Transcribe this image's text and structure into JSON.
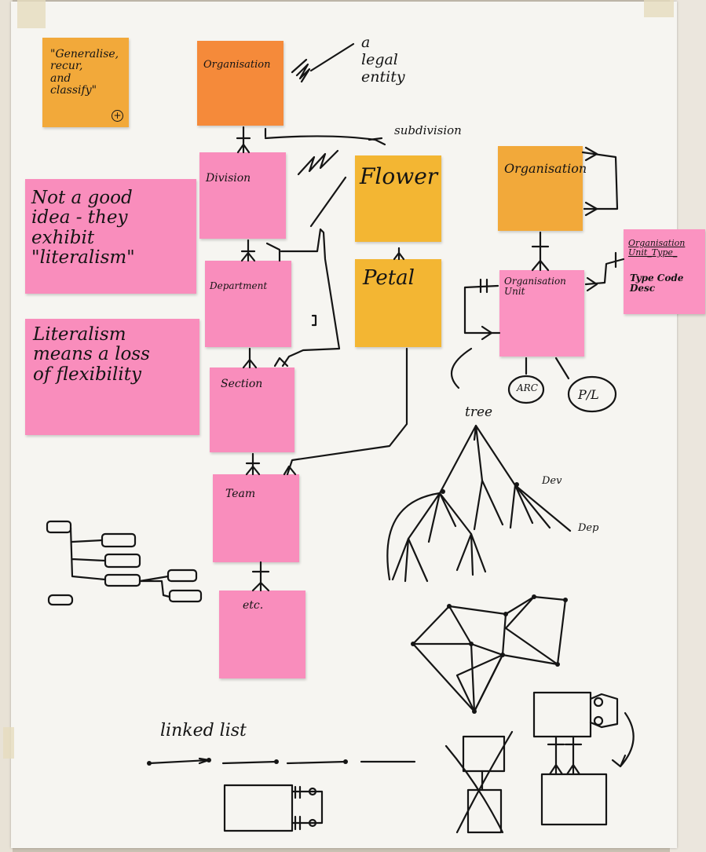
{
  "notes": {
    "generalise": "\"Generalise,\nrecur,\nand\nclassify\"",
    "generalise_mark": "+",
    "org_top": "Organisation",
    "division": "Division",
    "department": "Department",
    "section": "Section",
    "team": "Team",
    "etc": "etc.",
    "flower": "Flower",
    "petal": "Petal",
    "org_right": "Organisation",
    "org_unit": "Organisation\nUnit",
    "unit_type_title": "Organisation\nUnit_Type_",
    "unit_type_fields": "Type Code\nDesc",
    "not_good": "Not a good\nidea - they\nexhibit\n\"literalism\"",
    "literalism": "Literalism\nmeans a loss\nof flexibility"
  },
  "annotations": {
    "legal_entity": "a\nlegal\nentity",
    "subdivision": "subdivision",
    "arc": "ARC",
    "pl": "P/L",
    "tree": "tree",
    "dev": "Dev",
    "dep": "Dep",
    "linked_list": "linked list"
  },
  "colors": {
    "orange": "#f58a3a",
    "amber": "#f2a93a",
    "yellow": "#f3b633",
    "pink": "#f98dbc",
    "paper": "#f6f5f1",
    "ink": "#151515"
  }
}
